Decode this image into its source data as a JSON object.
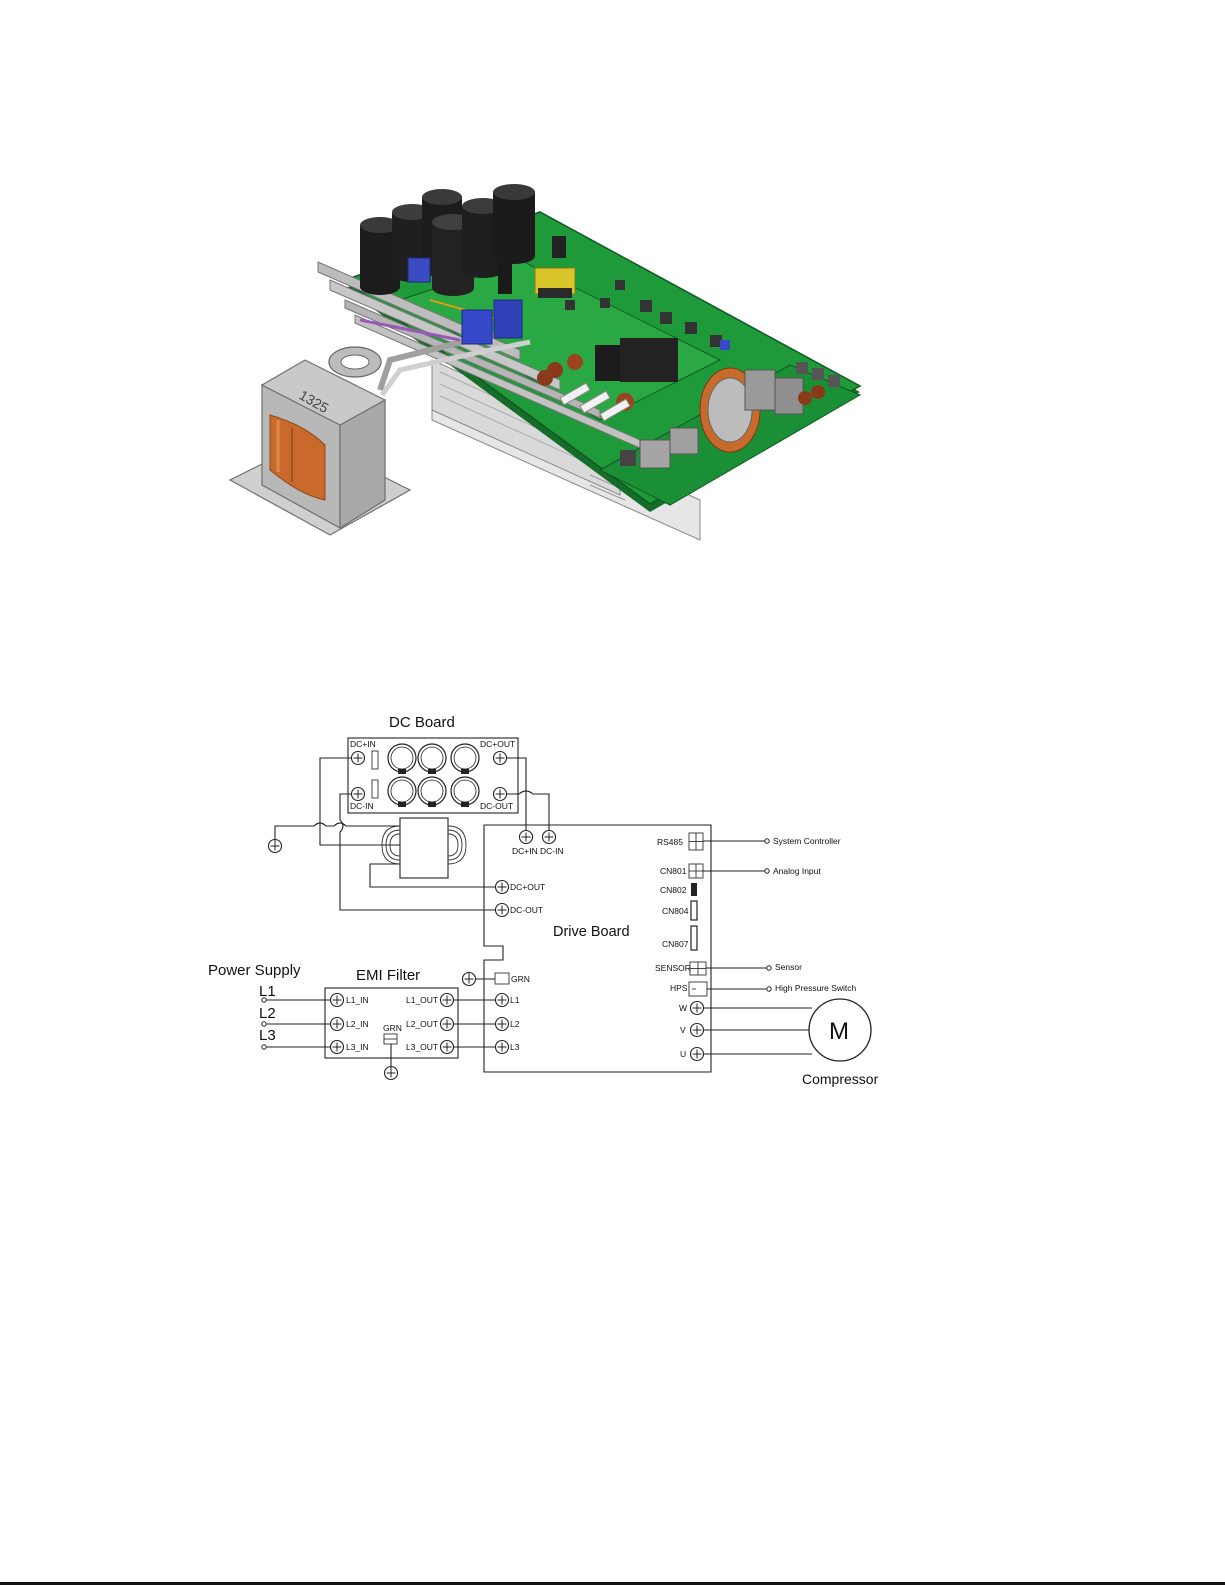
{
  "render": {
    "transformer_marking": "1325"
  },
  "diagram": {
    "dc_board": {
      "title": "DC Board",
      "dc_pos_in": "DC+IN",
      "dc_neg_in": "DC-IN",
      "dc_pos_out": "DC+OUT",
      "dc_neg_out": "DC-OUT"
    },
    "drive_board": {
      "title": "Drive Board",
      "dc_in_pos": "DC+IN",
      "dc_in_neg": "DC-IN",
      "dc_out_pos": "DC+OUT",
      "dc_out_neg": "DC-OUT",
      "grn": "GRN",
      "l1": "L1",
      "l2": "L2",
      "l3": "L3",
      "rs485": "RS485",
      "cn801": "CN801",
      "cn802": "CN802",
      "cn804": "CN804",
      "cn807": "CN807",
      "sensor_port": "SENSOR",
      "hps": "HPS",
      "w": "W",
      "v": "V",
      "u": "U"
    },
    "emi_filter": {
      "title": "EMI Filter",
      "l1_in": "L1_IN",
      "l2_in": "L2_IN",
      "l3_in": "L3_IN",
      "l1_out": "L1_OUT",
      "l2_out": "L2_OUT",
      "l3_out": "L3_OUT",
      "grn": "GRN"
    },
    "power_supply": {
      "title": "Power Supply",
      "l1": "L1",
      "l2": "L2",
      "l3": "L3"
    },
    "external": {
      "system_controller": "System Controller",
      "analog_input": "Analog Input",
      "sensor": "Sensor",
      "high_pressure_switch": "High Pressure Switch"
    },
    "compressor": {
      "motor_letter": "M",
      "label": "Compressor"
    }
  }
}
